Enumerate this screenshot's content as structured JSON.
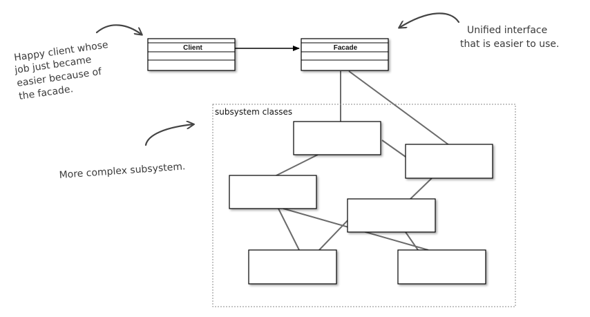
{
  "diagram": {
    "client_label": "Client",
    "facade_label": "Facade",
    "subsystem_label": "subsystem classes"
  },
  "annotations": {
    "client_note": [
      "Happy client whose",
      "job just became",
      "easier because of",
      "the facade."
    ],
    "facade_note": [
      "Unified interface",
      "that is easier to use."
    ],
    "subsystem_note": "More complex subsystem."
  }
}
